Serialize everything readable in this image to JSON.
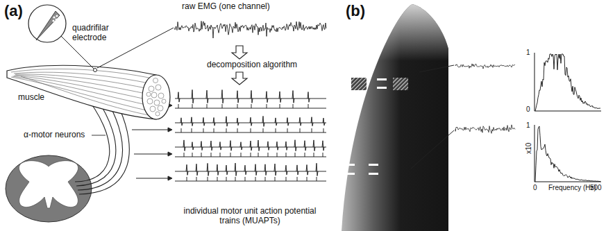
{
  "diagram": {
    "labels": [
      "(a)",
      "quadrifilar electrode",
      "raw EMG (one channel)",
      "decomposition algorithm",
      "muscle",
      "α-motor neurons",
      "individual motor unit action potential trains (MUAPTs)",
      "(b)",
      "1",
      "0",
      "1",
      "x10",
      "0",
      "Frequency (Hz)",
      "500"
    ]
  }
}
